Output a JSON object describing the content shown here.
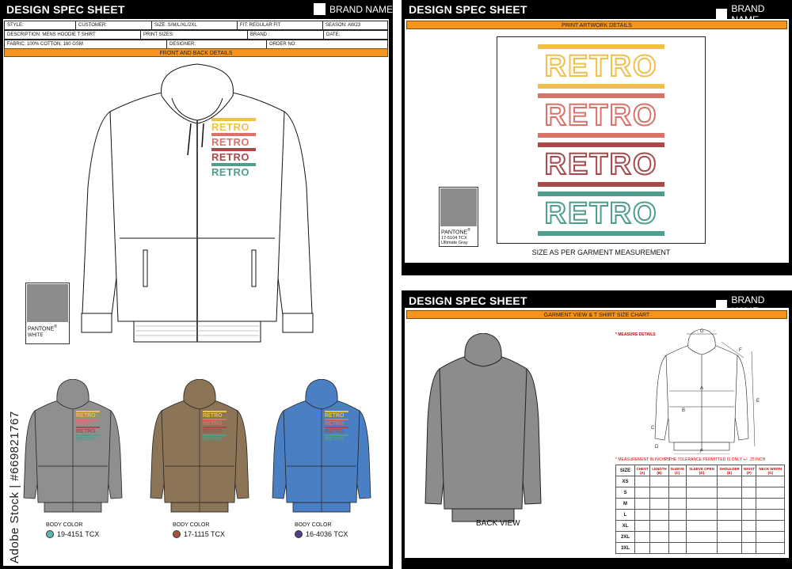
{
  "sheet1": {
    "title": "DESIGN SPEC SHEET",
    "brand": "BRAND NAME",
    "info": {
      "style": "STYLE:",
      "customer": "CUSTOMER:",
      "size": "SIZE:  S/M/L/XL/2XL",
      "fit": "FIT: REGULAR FIT",
      "season": "SEASON: AW23",
      "description": "DESCRIPTION:  MENS HOODIE T SHIRT",
      "print_sizes": "PRINT SIZES:",
      "brand_field": "BRAND :",
      "date": "DATE:",
      "fabric": "FABRIC: 100% COTTON, 180 GSM",
      "designer": "DESIGNER:",
      "order_no": "ORDER NO:"
    },
    "section": "FRONT AND BACK DETAILS",
    "pantone": {
      "label": "PANTONE",
      "sup": "®",
      "name": "WHITE"
    },
    "body_colors": [
      {
        "label": "BODY COLOR",
        "code": "19-4151 TCX",
        "dot": "#5bb7b3",
        "garment": "#8f8f8f"
      },
      {
        "label": "BODY COLOR",
        "code": "17-1115 TCX",
        "dot": "#a65243",
        "garment": "#8c7456"
      },
      {
        "label": "BODY COLOR",
        "code": "16-4036 TCX",
        "dot": "#4f3c88",
        "garment": "#4a7fc4"
      }
    ]
  },
  "artwork": {
    "words": [
      "RETRO",
      "RETRO",
      "RETRO",
      "RETRO"
    ],
    "colors": [
      "#f0c04a",
      "#d9736a",
      "#a84a4c",
      "#4f9d8c"
    ]
  },
  "sheet2": {
    "title": "DESIGN SPEC SHEET",
    "brand": "BRAND NAME",
    "section": "PRINT ARTWORK DETAILS",
    "pantone": {
      "label": "PANTONE",
      "sup": "®",
      "code": "17-5104 TCX",
      "name": "Ultimate Gray"
    },
    "caption": "SIZE AS PER GARMENT MEASUREMENT"
  },
  "sheet3": {
    "title": "DESIGN SPEC SHEET",
    "brand": "BRAND NAME",
    "section": "GARMENT VIEW & T SHIRT SIZE CHART",
    "back_view": "BACK VIEW",
    "measure_details": "* MEASURE DETAILS",
    "note1": "* MEASUREMENT IN INCHES",
    "note2": "* THE TOLERANCE PERMITTED IS ONLY +/- .25 INCH",
    "headers": [
      "SIZE",
      "CHEST\n(A)",
      "LENGTH\n(B)",
      "SLEEVE\n(C)",
      "SLEEVE OPEN\n(D)",
      "SHOULDER\n(E)",
      "WAIST\n(F)",
      "NECK WIDTH\n(G)"
    ],
    "sizes": [
      "XS",
      "S",
      "M",
      "L",
      "XL",
      "2XL",
      "3XL"
    ],
    "labels": [
      "G",
      "F",
      "E",
      "A",
      "B",
      "C",
      "D",
      "F"
    ]
  },
  "watermark": "Adobe Stock | #669821767"
}
